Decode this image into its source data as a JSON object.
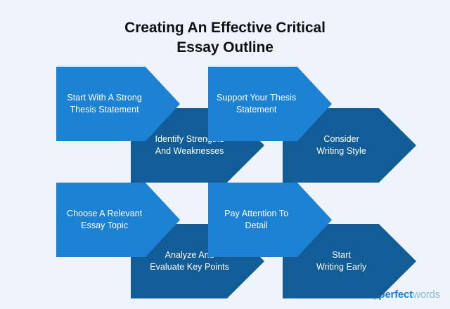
{
  "background_color": "#eff4fc",
  "colors": {
    "arrow_light": "#1d82d4",
    "arrow_dark": "#125d98",
    "title_text": "#101010",
    "arrow_text": "#ffffff",
    "logo_light": "#8fb9d6",
    "logo_accent": "#1d82d4"
  },
  "title": {
    "line1": "Creating An Effective Critical",
    "line2": "Essay Outline"
  },
  "rows": [
    {
      "steps": [
        {
          "label": "Start With A Strong\nThesis Statement",
          "shade": "light"
        },
        {
          "label": "Identify Strengths\nAnd Weaknesses",
          "shade": "dark"
        },
        {
          "label": "Support Your Thesis\nStatement",
          "shade": "light"
        },
        {
          "label": "Consider\nWriting Style",
          "shade": "dark"
        }
      ]
    },
    {
      "steps": [
        {
          "label": "Choose A Relevant\nEssay Topic",
          "shade": "light"
        },
        {
          "label": "Analyze And\nEvaluate Key Points",
          "shade": "dark"
        },
        {
          "label": "Pay Attention To\nDetail",
          "shade": "light"
        },
        {
          "label": "Start\nWriting Early",
          "shade": "dark"
        }
      ]
    }
  ],
  "logo": {
    "part1": "my",
    "part2": "perfect",
    "part3": "words"
  }
}
